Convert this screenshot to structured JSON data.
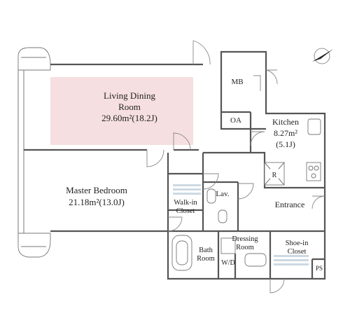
{
  "rooms": {
    "mb": "MB",
    "oa": "OA",
    "living_name_1": "Living Dining",
    "living_name_2": "Room",
    "living_area": "29.60m²(18.2J)",
    "kitchen_name": "Kitchen",
    "kitchen_area": "8.27m²",
    "kitchen_j": "(5.1J)",
    "fridge": "R",
    "master_name": "Master Bedroom",
    "master_area": "21.18m²(13.0J)",
    "walkin_1": "Walk-in",
    "walkin_2": "Closet",
    "lav": "Lav.",
    "entrance": "Entrance",
    "dressing_1": "Dressing",
    "dressing_2": "Room",
    "bath_1": "Bath",
    "bath_2": "Room",
    "wd": "W/D",
    "shoein_1": "Shoe-in",
    "shoein_2": "Closet",
    "ps": "PS"
  },
  "icons": {
    "compass": "north-arrow-icon"
  },
  "colors": {
    "living_highlight": "#f6dfe0",
    "closet_hatch": "#cdd9e3",
    "wall": "#555555"
  }
}
